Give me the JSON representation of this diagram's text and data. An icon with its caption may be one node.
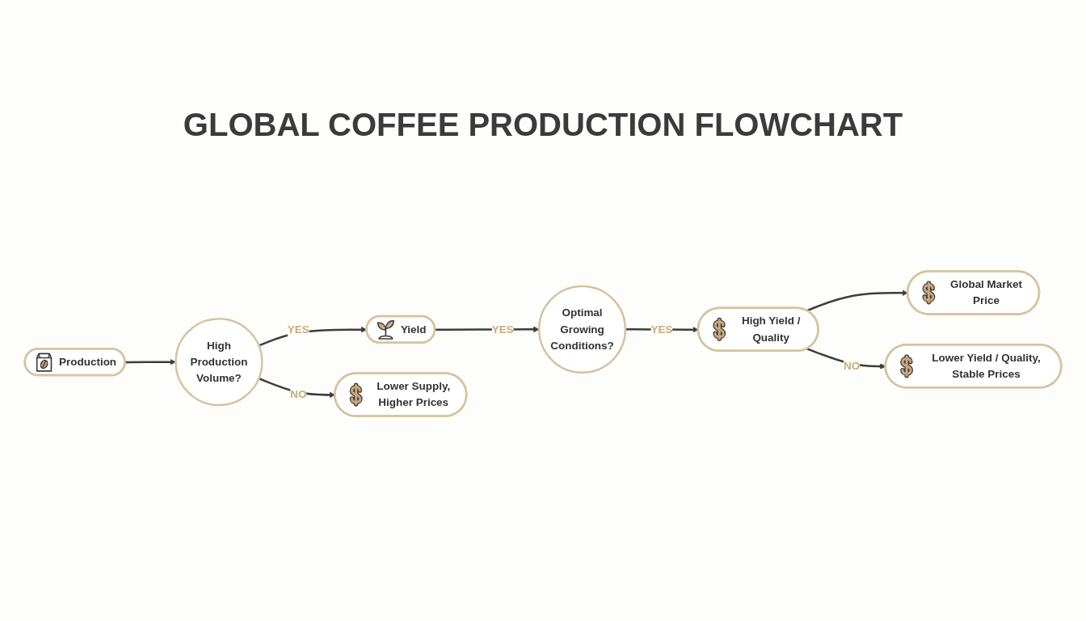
{
  "diagram": {
    "title": "GLOBAL COFFEE PRODUCTION FLOWCHART",
    "nodes": [
      {
        "text": [
          "Production"
        ]
      },
      {
        "text": [
          "High Production Volume?"
        ]
      },
      {
        "text": [
          "Yield"
        ]
      },
      {
        "text": [
          "Optimal Growing Conditions?"
        ]
      },
      {
        "text": [
          "High Yield / Quality"
        ]
      },
      {
        "text": [
          "Global Market Price"
        ]
      },
      {
        "text": [
          "Lower Supply, Higher Prices"
        ]
      },
      {
        "text": [
          "Lower Yield / Quality, Stable Prices"
        ]
      }
    ],
    "edges": [
      {
        "from": 0,
        "to": 1,
        "arrow": "to"
      },
      {
        "from": 1,
        "to": 2,
        "arrow": "to",
        "label": "YES"
      },
      {
        "from": 2,
        "to": 3,
        "arrow": "to",
        "label": "YES"
      },
      {
        "from": 3,
        "to": 4,
        "arrow": "to",
        "label": "YES"
      },
      {
        "from": 4,
        "to": 5,
        "arrow": "to"
      },
      {
        "from": 1,
        "to": 6,
        "arrow": "to",
        "label": "NO"
      },
      {
        "from": 4,
        "to": 7,
        "arrow": "to",
        "label": "NO"
      }
    ]
  }
}
